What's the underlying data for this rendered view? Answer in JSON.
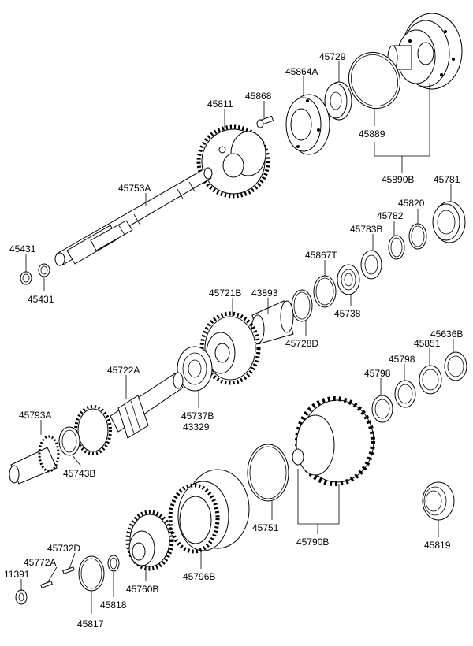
{
  "parts": {
    "p45729": "45729",
    "p45864A": "45864A",
    "p45868": "45868",
    "p45811": "45811",
    "p45889": "45889",
    "p45890B": "45890B",
    "p45753A": "45753A",
    "p45781": "45781",
    "p45820": "45820",
    "p45782": "45782",
    "p45783B": "45783B",
    "p45431a": "45431",
    "p45431b": "45431",
    "p45867T": "45867T",
    "p45721B": "45721B",
    "p43893": "43893",
    "p45738": "45738",
    "p45728D": "45728D",
    "p45636B": "45636B",
    "p45851": "45851",
    "p45798a": "45798",
    "p45798b": "45798",
    "p45722A": "45722A",
    "p45737B": "45737B",
    "p43329": "43329",
    "p45793A": "45793A",
    "p45743B": "45743B",
    "p45751": "45751",
    "p45790B": "45790B",
    "p45819": "45819",
    "p45732D": "45732D",
    "p45772A": "45772A",
    "p11391": "11391",
    "p45796B": "45796B",
    "p45760B": "45760B",
    "p45818": "45818",
    "p45817": "45817"
  }
}
